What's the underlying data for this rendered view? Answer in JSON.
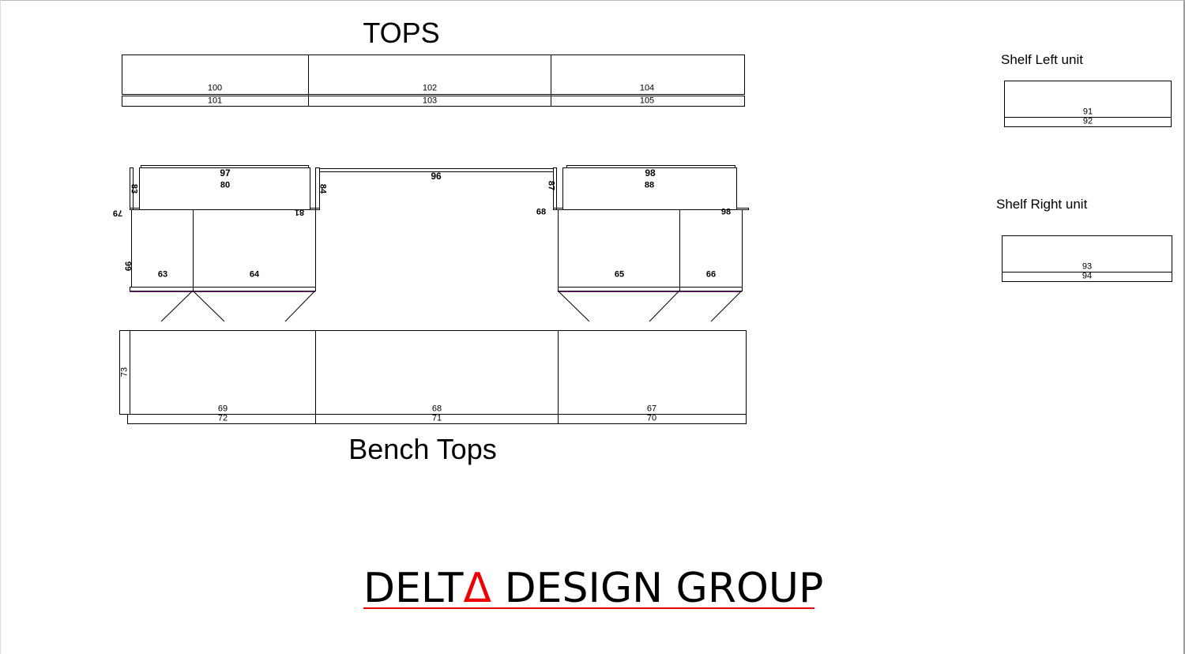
{
  "tops": {
    "title": "TOPS",
    "upper": [
      "100",
      "102",
      "104"
    ],
    "lower": [
      "101",
      "103",
      "105"
    ]
  },
  "shelf_left": {
    "title": "Shelf Left unit",
    "upper": "91",
    "lower": "92"
  },
  "shelf_right": {
    "title": "Shelf Right unit",
    "upper": "93",
    "lower": "94"
  },
  "plan": {
    "left_unit": {
      "top_edge": "97",
      "top": "80",
      "left_upright": "83",
      "right_upright": "84",
      "left_side": "79",
      "right_side": "81",
      "left_end": "99",
      "cab_left": "63",
      "cab_right": "64"
    },
    "shelf": "96",
    "right_unit": {
      "left_upright": "87",
      "top_edge": "98",
      "top": "88",
      "left_side": "68",
      "right_side": "98",
      "cab_left": "65",
      "cab_right": "66"
    }
  },
  "bench": {
    "title": "Bench Tops",
    "end": "73",
    "upper": [
      "69",
      "68",
      "67"
    ],
    "lower": [
      "72",
      "71",
      "70"
    ]
  },
  "logo": {
    "text_before": "DELT",
    "delta": "Δ",
    "text_after": " DESIGN GROUP",
    "accent": "#ee0000"
  }
}
